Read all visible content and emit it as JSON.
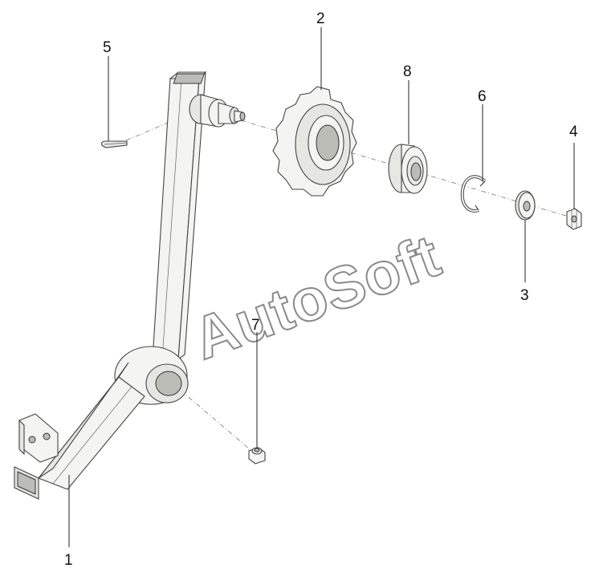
{
  "watermark": "AutoSoft",
  "callouts": {
    "p1": "1",
    "p2": "2",
    "p3": "3",
    "p4": "4",
    "p5": "5",
    "p6": "6",
    "p7": "7",
    "p8": "8"
  }
}
